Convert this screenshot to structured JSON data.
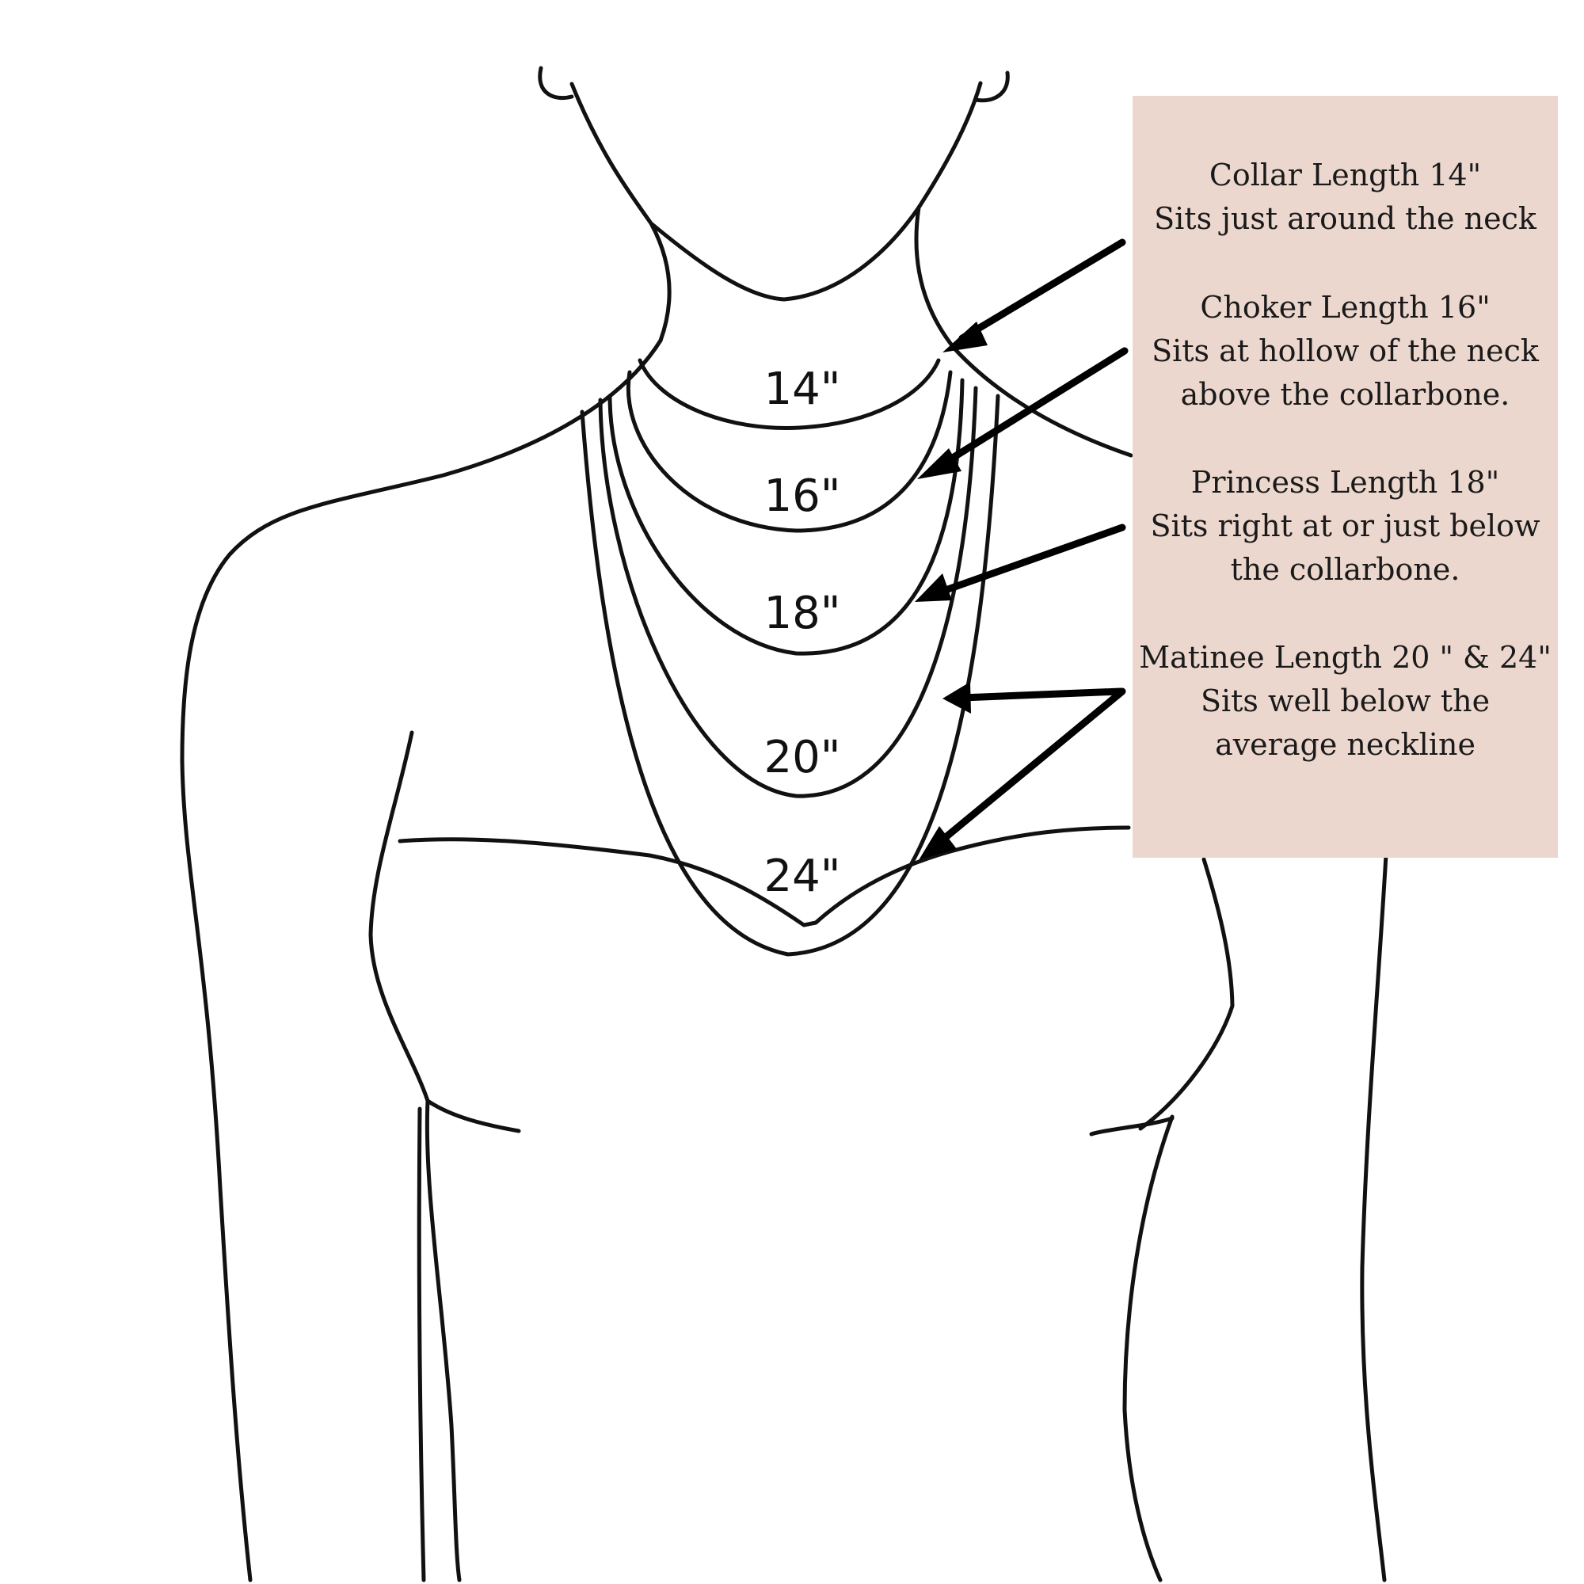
{
  "diagram": {
    "length_labels": [
      "14\"",
      "16\"",
      "18\"",
      "20\"",
      "24\""
    ],
    "entries": [
      {
        "title": "Collar Length 14\"",
        "lines": [
          "Sits just around the neck"
        ]
      },
      {
        "title": "Choker Length 16\"",
        "lines": [
          "Sits at hollow of the neck",
          "above the collarbone."
        ]
      },
      {
        "title": "Princess Length 18\"",
        "lines": [
          "Sits right at or just below",
          "the collarbone."
        ]
      },
      {
        "title": "Matinee Length 20 \" & 24\"",
        "lines": [
          "Sits well below the",
          "average neckline"
        ]
      }
    ]
  },
  "colors": {
    "panel_background": "#ecd7cf",
    "line": "#111111",
    "background": "#ffffff"
  }
}
